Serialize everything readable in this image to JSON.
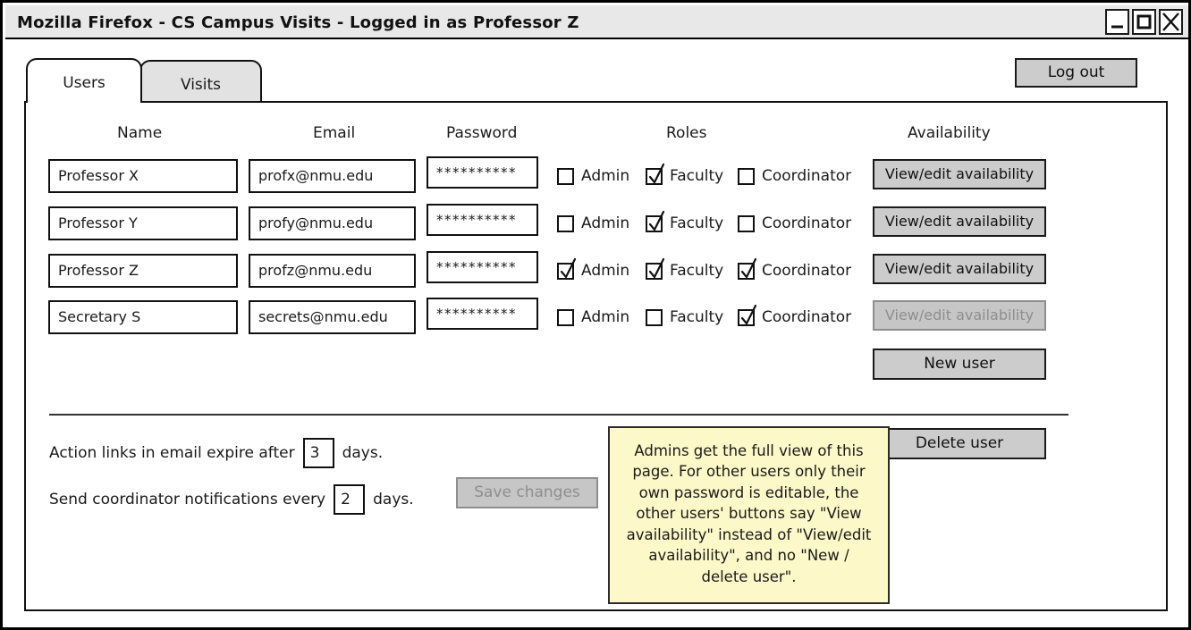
{
  "window": {
    "title": "Mozilla Firefox - CS Campus Visits - Logged in as Professor Z",
    "controls": [
      {
        "name": "minimize",
        "glyph": "minimize-icon"
      },
      {
        "name": "maximize",
        "glyph": "maximize-icon"
      },
      {
        "name": "close",
        "glyph": "close-icon"
      }
    ]
  },
  "tabs": [
    {
      "label": "Users",
      "active": true
    },
    {
      "label": "Visits",
      "active": false
    }
  ],
  "header": {
    "logout_label": "Log out"
  },
  "table": {
    "columns": [
      "Name",
      "Email",
      "Password",
      "Roles",
      "Availability"
    ],
    "role_labels": [
      "Admin",
      "Faculty",
      "Coordinator"
    ],
    "rows": [
      {
        "name": "Professor X",
        "email": "profx@nmu.edu",
        "password": "**********",
        "roles": {
          "admin": false,
          "faculty": true,
          "coordinator": false
        },
        "availability_label": "View/edit availability",
        "availability_disabled": false
      },
      {
        "name": "Professor Y",
        "email": "profy@nmu.edu",
        "password": "**********",
        "roles": {
          "admin": false,
          "faculty": true,
          "coordinator": false
        },
        "availability_label": "View/edit availability",
        "availability_disabled": false
      },
      {
        "name": "Professor Z",
        "email": "profz@nmu.edu",
        "password": "**********",
        "roles": {
          "admin": true,
          "faculty": true,
          "coordinator": true
        },
        "availability_label": "View/edit availability",
        "availability_disabled": false
      },
      {
        "name": "Secretary S",
        "email": "secrets@nmu.edu",
        "password": "**********",
        "roles": {
          "admin": false,
          "faculty": false,
          "coordinator": true
        },
        "availability_label": "View/edit availability",
        "availability_disabled": true
      }
    ],
    "new_user_label": "New user",
    "delete_user_label": "Delete user"
  },
  "settings": {
    "expire_prefix": "Action links in email expire after",
    "expire_value": "3",
    "expire_suffix": "days.",
    "notify_prefix": "Send coordinator notifications every",
    "notify_value": "2",
    "notify_suffix": "days.",
    "save_label": "Save changes",
    "save_disabled": true
  },
  "note": {
    "text": "Admins get the full view of this page. For other users only their own password is editable, the other users' buttons say \"View availability\" instead of \"View/edit availability\", and no \"New / delete user\"."
  }
}
